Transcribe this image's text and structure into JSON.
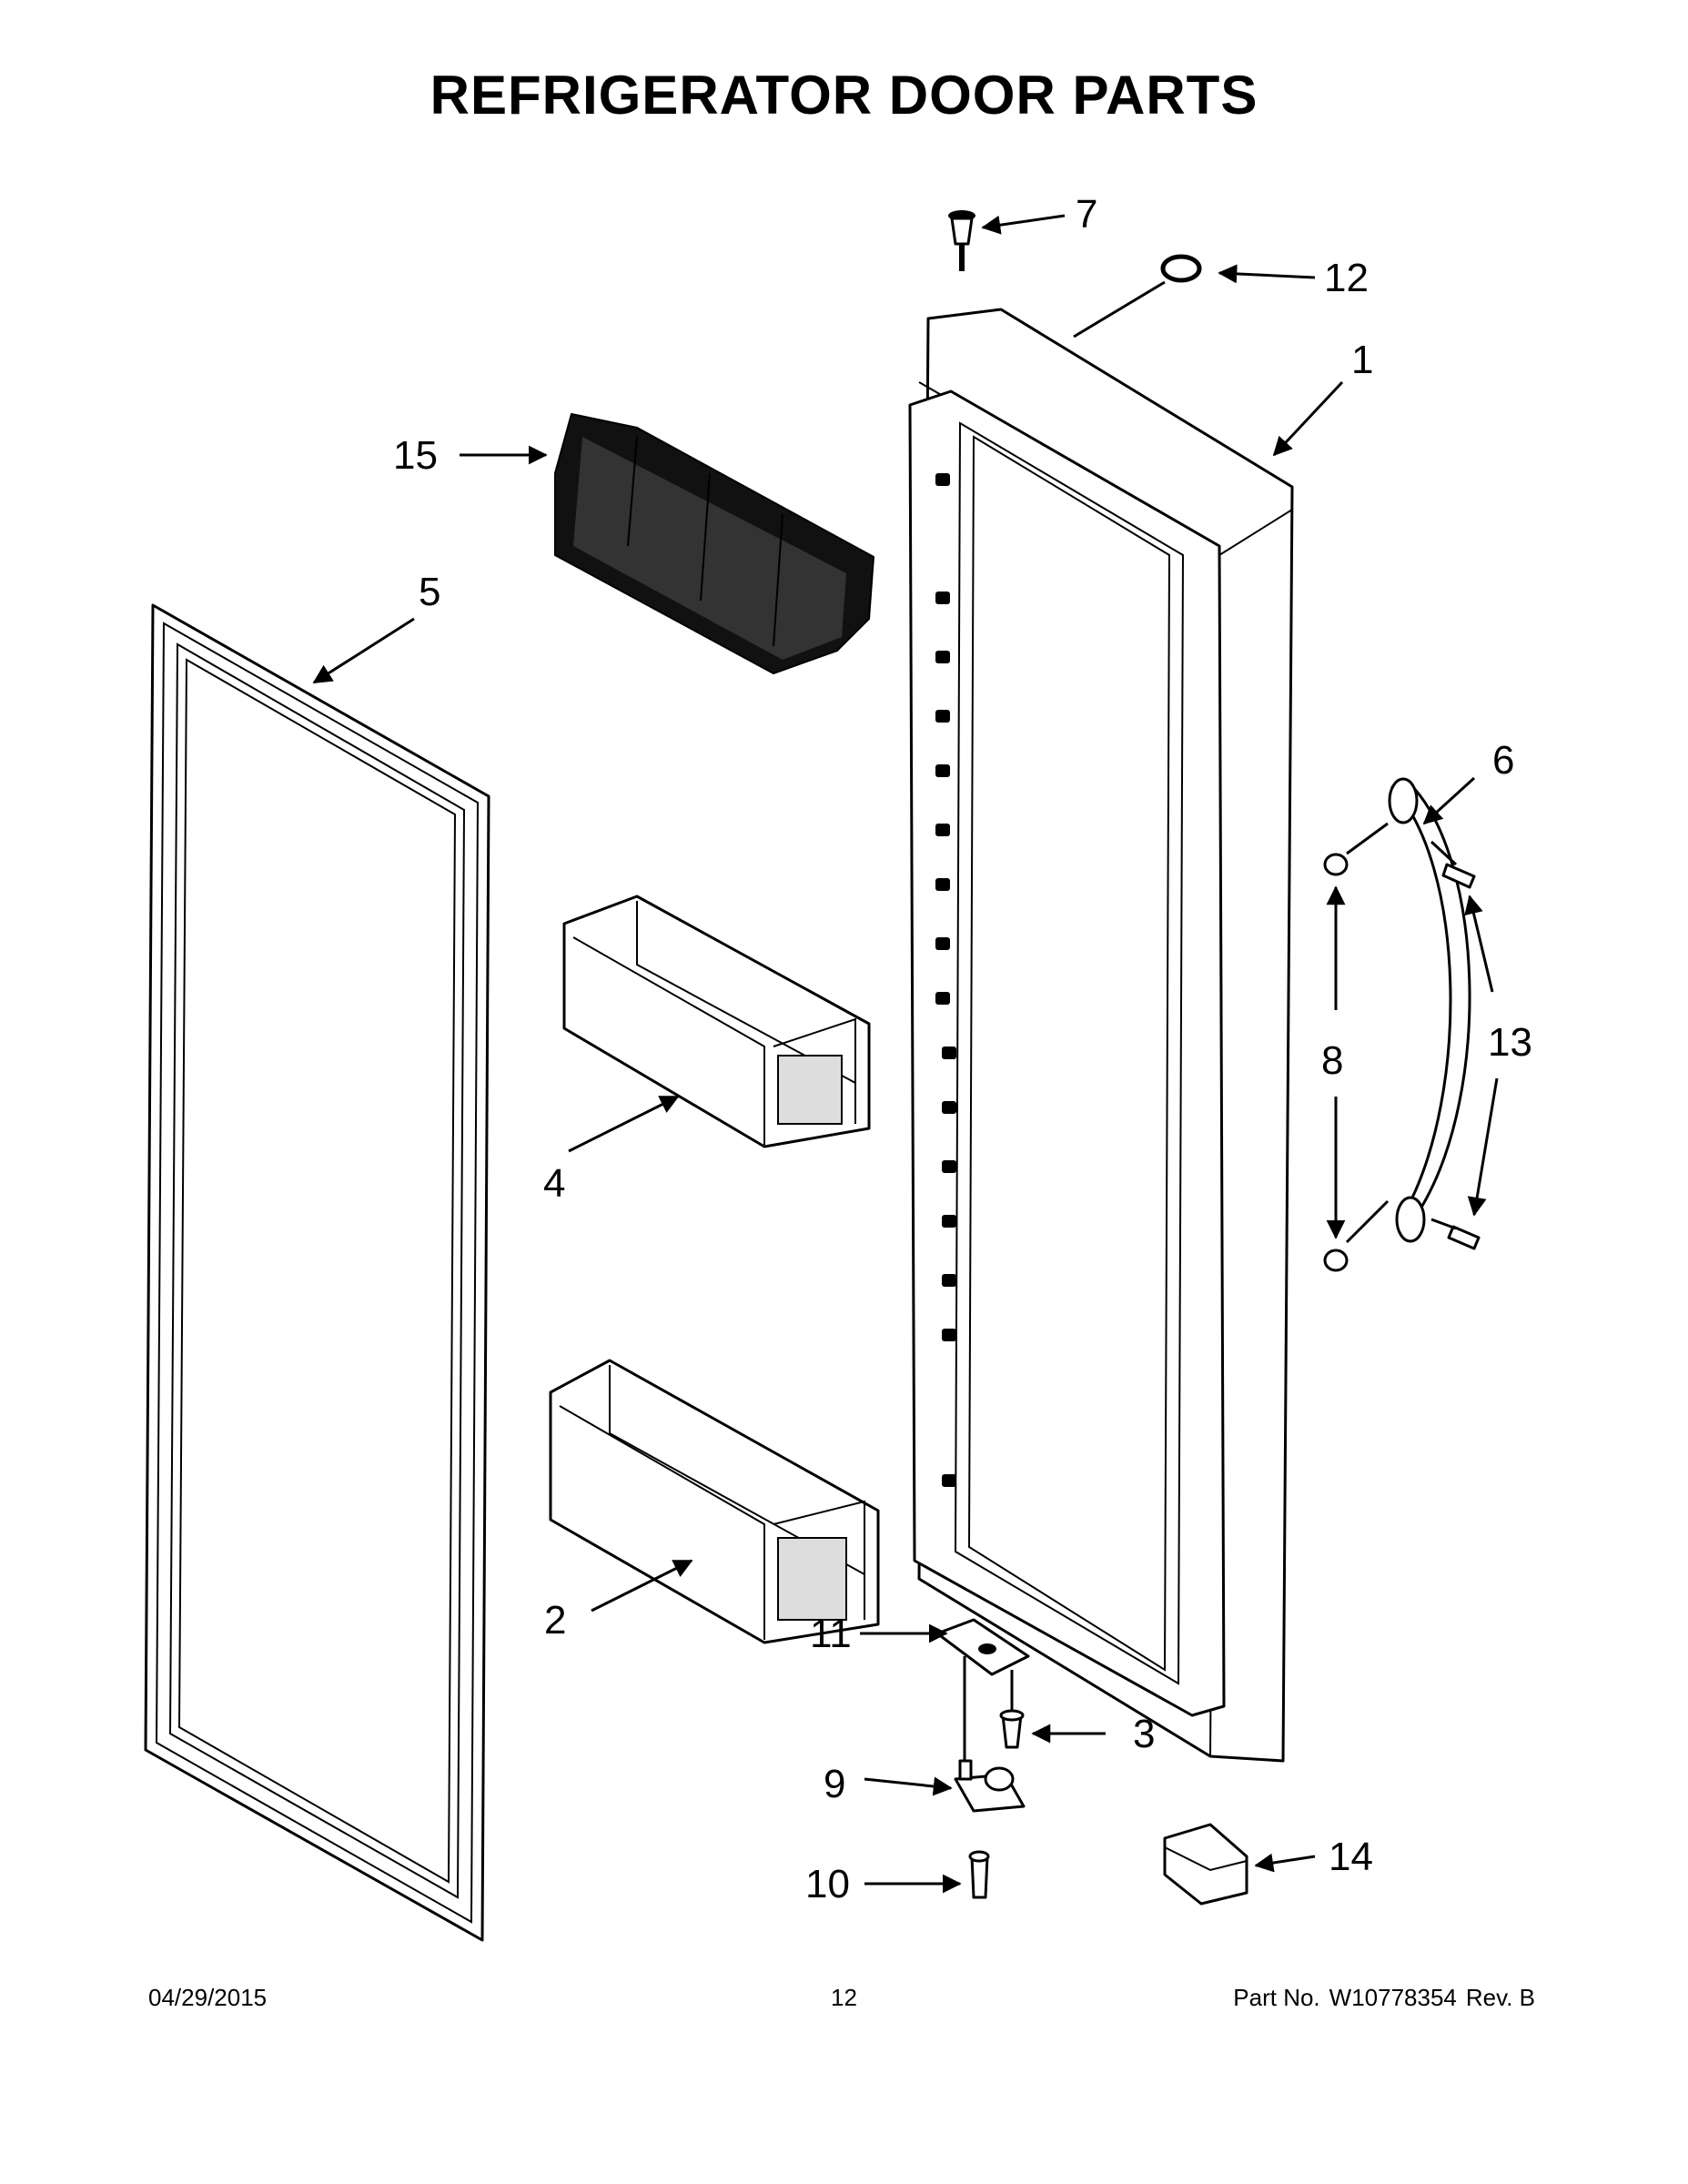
{
  "title": "REFRIGERATOR DOOR PARTS",
  "callouts": {
    "c1": "1",
    "c2": "2",
    "c3": "3",
    "c4": "4",
    "c5": "5",
    "c6": "6",
    "c7": "7",
    "c8": "8",
    "c9": "9",
    "c10": "10",
    "c11": "11",
    "c12": "12",
    "c13": "13",
    "c14": "14",
    "c15": "15"
  },
  "footer": {
    "date": "04/29/2015",
    "page": "12",
    "part_label": "Part No.",
    "part_number": "W10778354",
    "revision": "Rev.  B"
  }
}
